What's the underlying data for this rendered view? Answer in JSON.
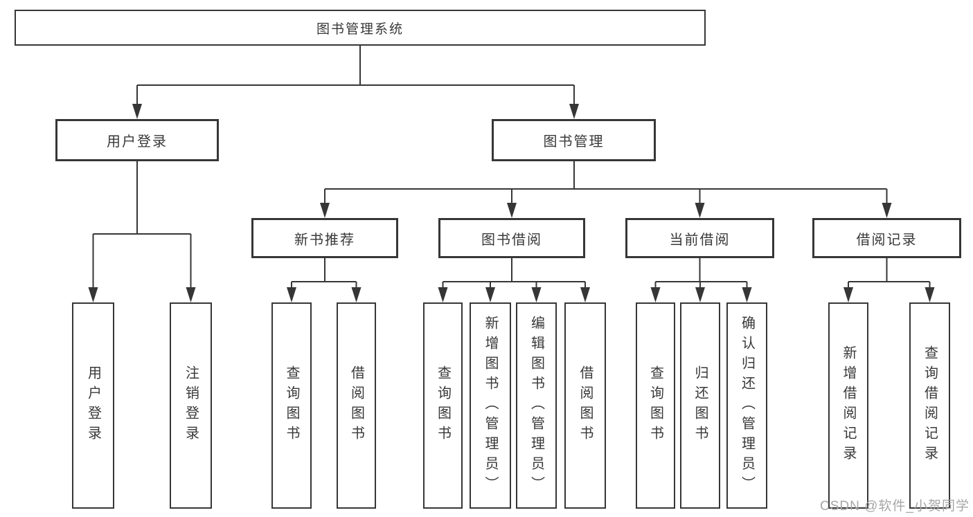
{
  "diagram": {
    "root": {
      "label": "图书管理系统"
    },
    "branches": [
      {
        "label": "用户登录"
      },
      {
        "label": "图书管理"
      }
    ],
    "modules": [
      {
        "label": "新书推荐",
        "parent": "图书管理"
      },
      {
        "label": "图书借阅",
        "parent": "图书管理"
      },
      {
        "label": "当前借阅",
        "parent": "图书管理"
      },
      {
        "label": "借阅记录",
        "parent": "图书管理"
      }
    ],
    "leaves": [
      {
        "label": "用户登录",
        "parent": "用户登录"
      },
      {
        "label": "注销登录",
        "parent": "用户登录"
      },
      {
        "label": "查询图书",
        "parent": "新书推荐"
      },
      {
        "label": "借阅图书",
        "parent": "新书推荐"
      },
      {
        "label": "查询图书",
        "parent": "图书借阅"
      },
      {
        "label": "新增图书（管理员）",
        "parent": "图书借阅"
      },
      {
        "label": "编辑图书（管理员）",
        "parent": "图书借阅"
      },
      {
        "label": "借阅图书",
        "parent": "图书借阅"
      },
      {
        "label": "查询图书",
        "parent": "当前借阅"
      },
      {
        "label": "归还图书",
        "parent": "当前借阅"
      },
      {
        "label": "确认归还（管理员）",
        "parent": "当前借阅"
      },
      {
        "label": "新增借阅记录",
        "parent": "借阅记录"
      },
      {
        "label": "查询借阅记录",
        "parent": "借阅记录"
      }
    ]
  },
  "watermark": {
    "text": "CSDN @软件_小贺同学"
  },
  "colors": {
    "line": "#363636",
    "box_border": "#363636",
    "text": "#383838",
    "background": "#ffffff",
    "watermark": "#a6a6a6"
  }
}
